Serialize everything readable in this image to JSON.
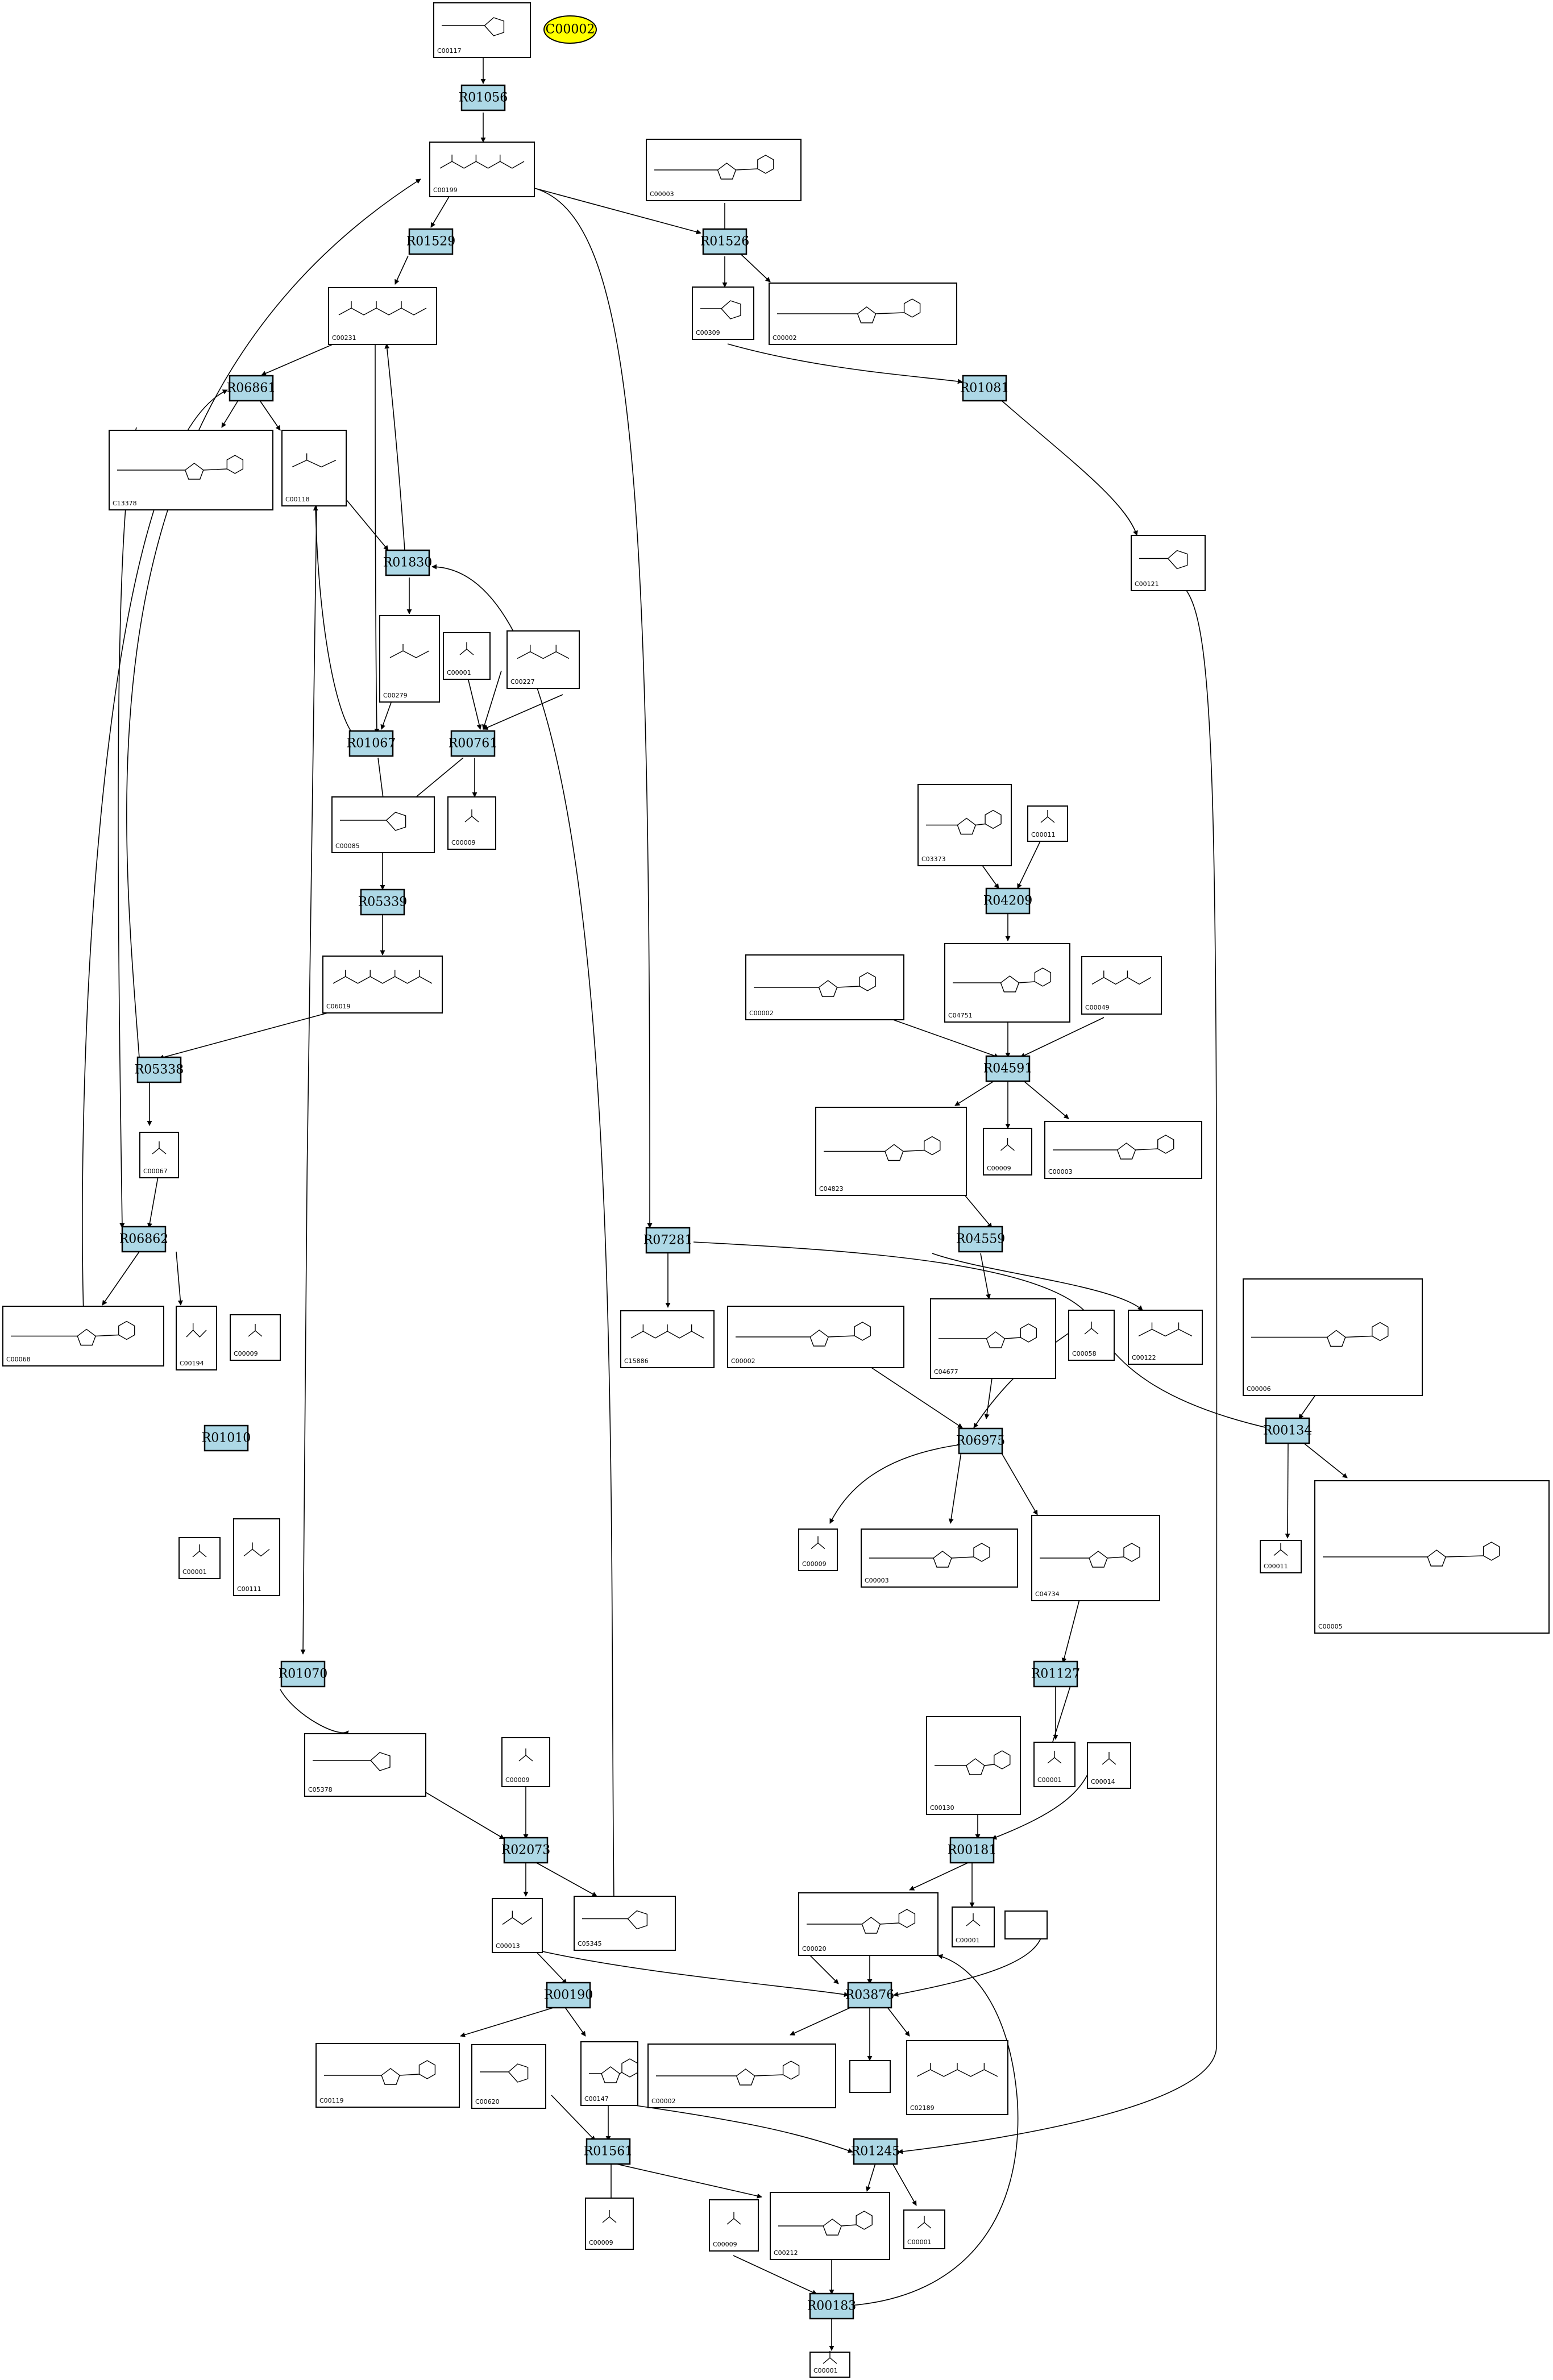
{
  "colors": {
    "reaction_fill": "#add8e6",
    "highlight_fill": "#ffff00",
    "stroke": "#000000",
    "background": "#ffffff"
  },
  "highlight": {
    "label": "C00002"
  },
  "reactions": [
    {
      "id": "R01056"
    },
    {
      "id": "R01529"
    },
    {
      "id": "R01526"
    },
    {
      "id": "R06861"
    },
    {
      "id": "R01081"
    },
    {
      "id": "R01830"
    },
    {
      "id": "R01067"
    },
    {
      "id": "R00761"
    },
    {
      "id": "R05339"
    },
    {
      "id": "R04209"
    },
    {
      "id": "R04591"
    },
    {
      "id": "R05338"
    },
    {
      "id": "R06862"
    },
    {
      "id": "R07281"
    },
    {
      "id": "R04559"
    },
    {
      "id": "R06975"
    },
    {
      "id": "R00134"
    },
    {
      "id": "R01010"
    },
    {
      "id": "R01070"
    },
    {
      "id": "R01127"
    },
    {
      "id": "R02073"
    },
    {
      "id": "R00181"
    },
    {
      "id": "R00190"
    },
    {
      "id": "R03876"
    },
    {
      "id": "R01561"
    },
    {
      "id": "R01245"
    },
    {
      "id": "R00183"
    }
  ],
  "compounds": [
    {
      "id": "C00117"
    },
    {
      "id": "C00199"
    },
    {
      "id": "C00003"
    },
    {
      "id": "C00231"
    },
    {
      "id": "C00309"
    },
    {
      "id": "C00002"
    },
    {
      "id": "C13378"
    },
    {
      "id": "C00118"
    },
    {
      "id": "C00121"
    },
    {
      "id": "C00279"
    },
    {
      "id": "C00001"
    },
    {
      "id": "C00227"
    },
    {
      "id": "C00085"
    },
    {
      "id": "C00009"
    },
    {
      "id": "C03373"
    },
    {
      "id": "C00011"
    },
    {
      "id": "C06019"
    },
    {
      "id": "C00002"
    },
    {
      "id": "C04751"
    },
    {
      "id": "C00049"
    },
    {
      "id": "C00067"
    },
    {
      "id": "C04823"
    },
    {
      "id": "C00009"
    },
    {
      "id": "C00003"
    },
    {
      "id": "C00068"
    },
    {
      "id": "C00194"
    },
    {
      "id": "C00009"
    },
    {
      "id": "C15886"
    },
    {
      "id": "C00002"
    },
    {
      "id": "C04677"
    },
    {
      "id": "C00058"
    },
    {
      "id": "C00122"
    },
    {
      "id": "C00006"
    },
    {
      "id": "C00001"
    },
    {
      "id": "C00111"
    },
    {
      "id": "C00009"
    },
    {
      "id": "C00003"
    },
    {
      "id": "C04734"
    },
    {
      "id": "C00011"
    },
    {
      "id": "C00005"
    },
    {
      "id": "C05378"
    },
    {
      "id": "C00009"
    },
    {
      "id": "C00130"
    },
    {
      "id": "C00001"
    },
    {
      "id": "C00014"
    },
    {
      "id": "C00013"
    },
    {
      "id": "C05345"
    },
    {
      "id": "C00020"
    },
    {
      "id": "C00001"
    },
    {
      "id": "C00119"
    },
    {
      "id": "C00620"
    },
    {
      "id": "C00147"
    },
    {
      "id": "C00002"
    },
    {
      "id": "C02189"
    },
    {
      "id": "C00009"
    },
    {
      "id": "C00009"
    },
    {
      "id": "C00212"
    },
    {
      "id": "C00001"
    },
    {
      "id": "C00001"
    }
  ]
}
